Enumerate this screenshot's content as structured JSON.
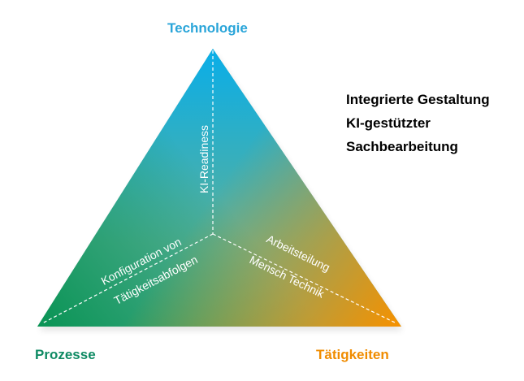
{
  "corners": {
    "top": {
      "label": "Technologie",
      "color": "#2aa5d9"
    },
    "left": {
      "label": "Prozesse",
      "color": "#0e8a63"
    },
    "right": {
      "label": "Tätigkeiten",
      "color": "#f08c00"
    }
  },
  "title_lines": [
    "Integrierte Gestaltung",
    "KI-gestützter",
    "Sachbearbeitung"
  ],
  "axes": {
    "vertical": "KI-Readiness",
    "left_line1": "Konfiguration von",
    "left_line2": "Tätigkeitsabfolgen",
    "right_line1": "Arbeitsteilung",
    "right_line2": "Mensch Technik"
  },
  "colors": {
    "technology": "#0aaee8",
    "process": "#0a9455",
    "activity": "#f59100",
    "lines": "#ffffff"
  }
}
